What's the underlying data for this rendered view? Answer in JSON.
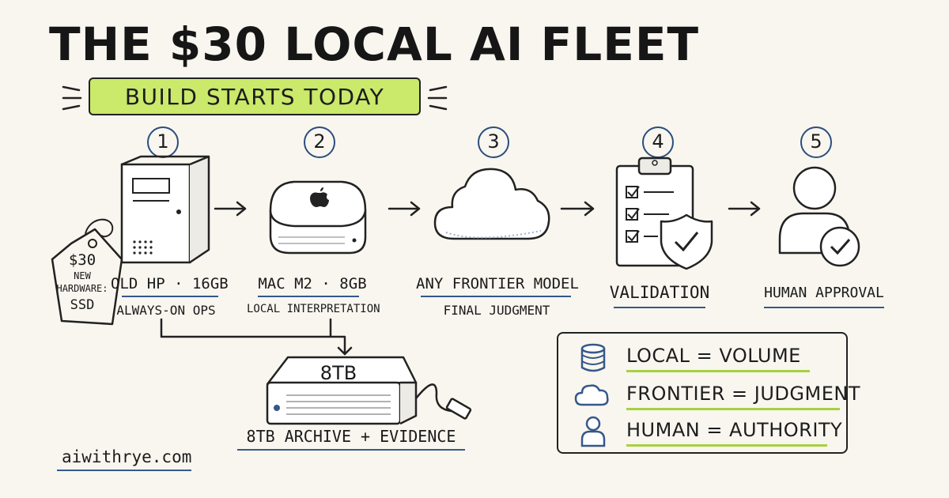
{
  "title": "THE $30 LOCAL AI FLEET",
  "banner": "BUILD STARTS TODAY",
  "price_tag": {
    "price": "$30",
    "line1": "NEW",
    "line2": "HARDWARE:",
    "line3": "SSD"
  },
  "steps": [
    {
      "number": "1",
      "title": "OLD HP · 16GB",
      "subtitle": "ALWAYS-ON OPS"
    },
    {
      "number": "2",
      "title": "MAC M2 · 8GB",
      "subtitle": "LOCAL INTERPRETATION"
    },
    {
      "number": "3",
      "title": "ANY FRONTIER MODEL",
      "subtitle": "FINAL JUDGMENT"
    },
    {
      "number": "4",
      "title": "VALIDATION",
      "subtitle": ""
    },
    {
      "number": "5",
      "title": "HUMAN APPROVAL",
      "subtitle": ""
    }
  ],
  "archive": {
    "drive_label": "8TB",
    "caption": "8TB ARCHIVE + EVIDENCE"
  },
  "legend": [
    {
      "icon": "database-icon",
      "text": "LOCAL = VOLUME"
    },
    {
      "icon": "cloud-icon",
      "text": "FRONTIER = JUDGMENT"
    },
    {
      "icon": "person-icon",
      "text": "HUMAN = AUTHORITY"
    }
  ],
  "footer": {
    "url": "aiwithrye.com"
  },
  "colors": {
    "background": "#f8f6ef",
    "banner": "#cbe96a",
    "accent_blue": "#36588a",
    "accent_green": "#a7d23f"
  }
}
